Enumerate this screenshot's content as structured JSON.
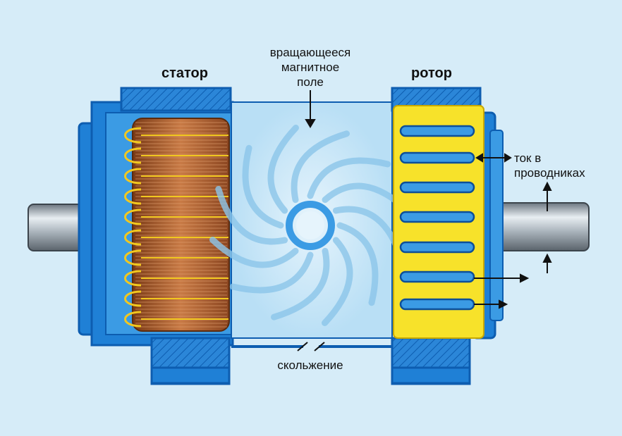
{
  "labels": {
    "stator": "статор",
    "field_line1": "вращающееся",
    "field_line2": "магнитное",
    "field_line3": "поле",
    "rotor": "ротор",
    "current_line1": "ток в",
    "current_line2": "проводниках",
    "slip": "скольжение"
  },
  "colors": {
    "background": "#d6ecf8",
    "housing": "#1f80d6",
    "housing_dark": "#0d5db0",
    "copper": "#b0632f",
    "rotor_core": "#f7e22a",
    "field": "#9fd0ef"
  }
}
